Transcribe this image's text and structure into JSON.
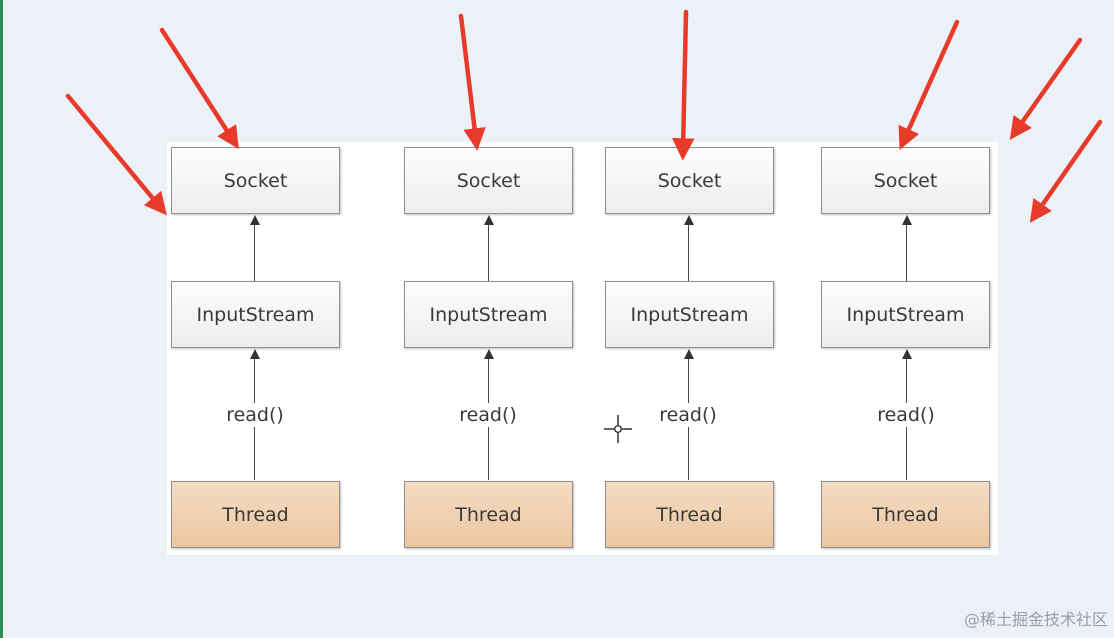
{
  "diagram": {
    "columns": [
      {
        "socket": "Socket",
        "stream": "InputStream",
        "call": "read()",
        "thread": "Thread"
      },
      {
        "socket": "Socket",
        "stream": "InputStream",
        "call": "read()",
        "thread": "Thread"
      },
      {
        "socket": "Socket",
        "stream": "InputStream",
        "call": "read()",
        "thread": "Thread"
      },
      {
        "socket": "Socket",
        "stream": "InputStream",
        "call": "read()",
        "thread": "Thread"
      }
    ]
  },
  "colors": {
    "annotation_arrow": "#e83a2a",
    "thread_fill": "#efcba8",
    "box_fill": "#f4f4f4",
    "connector": "#4a4a4a"
  },
  "watermark": "@稀土掘金技术社区"
}
